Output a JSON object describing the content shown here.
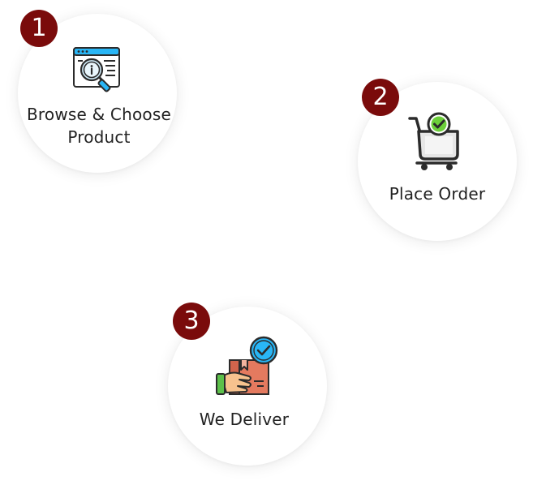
{
  "colors": {
    "badge": "#7a0b0b",
    "label": "#222222",
    "circle": "#ffffff"
  },
  "steps": [
    {
      "number": "1",
      "label": "Browse & Choose Product",
      "icon": "browser-magnifier-icon"
    },
    {
      "number": "2",
      "label": "Place Order",
      "icon": "shopping-cart-check-icon"
    },
    {
      "number": "3",
      "label": "We Deliver",
      "icon": "delivery-box-check-icon"
    }
  ]
}
